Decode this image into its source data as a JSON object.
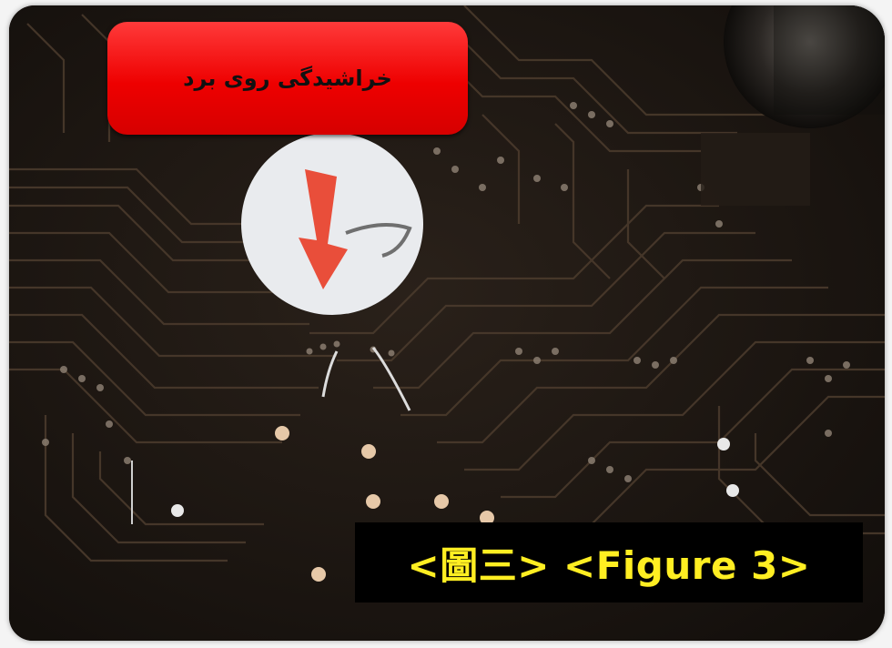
{
  "banner": {
    "text": "خراشیدگی روی برد"
  },
  "caption": {
    "text": "<圖三> <Figure 3>"
  },
  "photo": {
    "subject": "circuit-board-scratch"
  },
  "colors": {
    "banner_red": "#ee0000",
    "caption_bg": "#000000",
    "caption_fg": "#ffee22",
    "arrow": "#e8402a"
  }
}
